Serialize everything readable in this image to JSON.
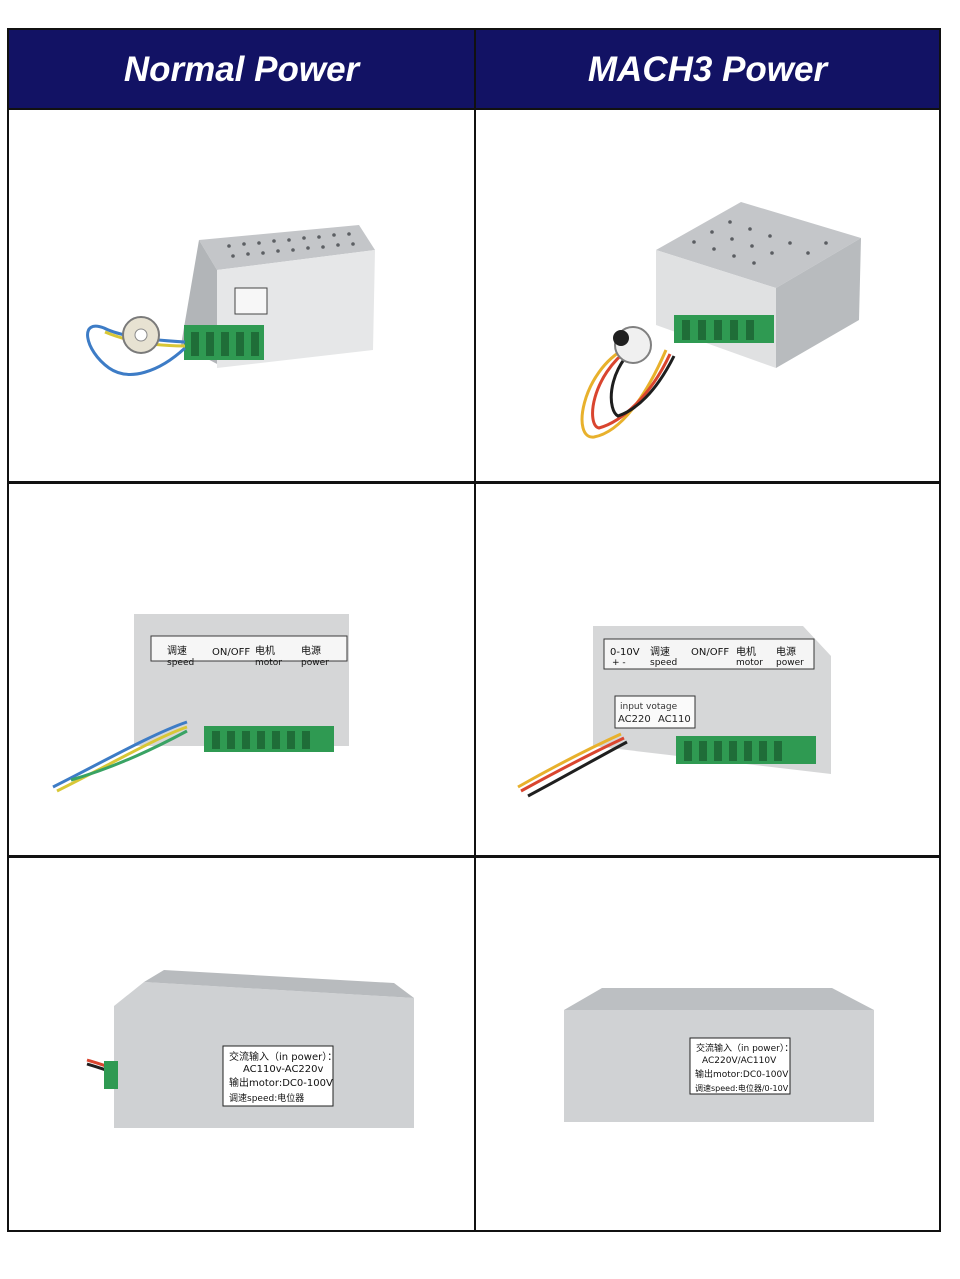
{
  "header": {
    "left_title": "Normal Power",
    "right_title": "MACH3 Power"
  },
  "panels": {
    "normal_side_top": [
      "调速",
      "speed",
      "ON/OFF",
      "电机",
      "motor",
      "电源",
      "power"
    ],
    "mach3_side_top": [
      "0-10V",
      "+ -",
      "调速",
      "speed",
      "ON/OFF",
      "电机",
      "motor",
      "电源",
      "power"
    ],
    "mach3_input": [
      "input votage",
      "AC220",
      "AC110"
    ]
  },
  "labels": {
    "normal": [
      "交流输入（in power）：",
      "AC110v-AC220v",
      "输出motor:DC0-100V",
      "调速speed:电位器"
    ],
    "mach3": [
      "交流输入（in power）：",
      "AC220V/AC110V",
      "输出motor:DC0-100V",
      "调速speed:电位器/0-10V"
    ]
  },
  "colors": {
    "header_bg": "#121264",
    "header_text": "#ffffff",
    "grid_line": "#111111",
    "case_silver": "#c9cbcd",
    "terminal_green": "#2f9a52"
  }
}
